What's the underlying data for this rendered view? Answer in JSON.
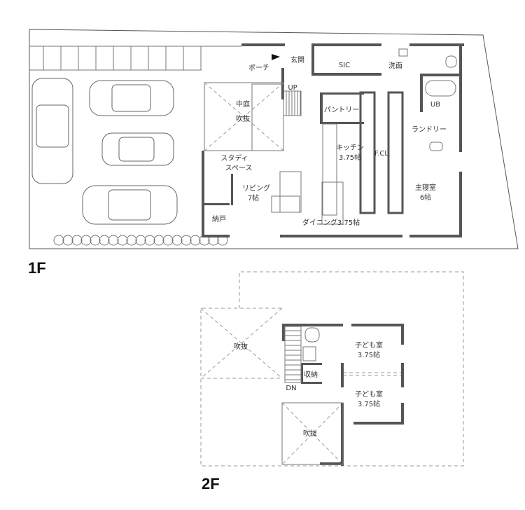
{
  "floor1": {
    "label": "1F",
    "rooms": {
      "porch": "ポーチ",
      "entrance": "玄関",
      "sic": "SIC",
      "washroom": "洗面",
      "ub": "UB",
      "up": "UP",
      "courtyard": "中庭",
      "courtyard_void": "吹抜",
      "pantry": "パントリー",
      "kitchen": "キッチン",
      "kitchen_size": "3.75帖",
      "fcl": "F.CL",
      "laundry": "ランドリー",
      "study_1": "スタディ",
      "study_2": "スペース",
      "living": "リビング",
      "living_size": "7帖",
      "master": "主寝室",
      "master_size": "6帖",
      "storage": "納戸",
      "dining": "ダイニング3.75帖"
    }
  },
  "floor2": {
    "label": "2F",
    "rooms": {
      "void_left": "吹抜",
      "void_bottom": "吹抜",
      "storage": "収納",
      "down": "DN",
      "kids1": "子ども室",
      "kids1_size": "3.75帖",
      "kids2": "子ども室",
      "kids2_size": "3.75帖"
    }
  }
}
